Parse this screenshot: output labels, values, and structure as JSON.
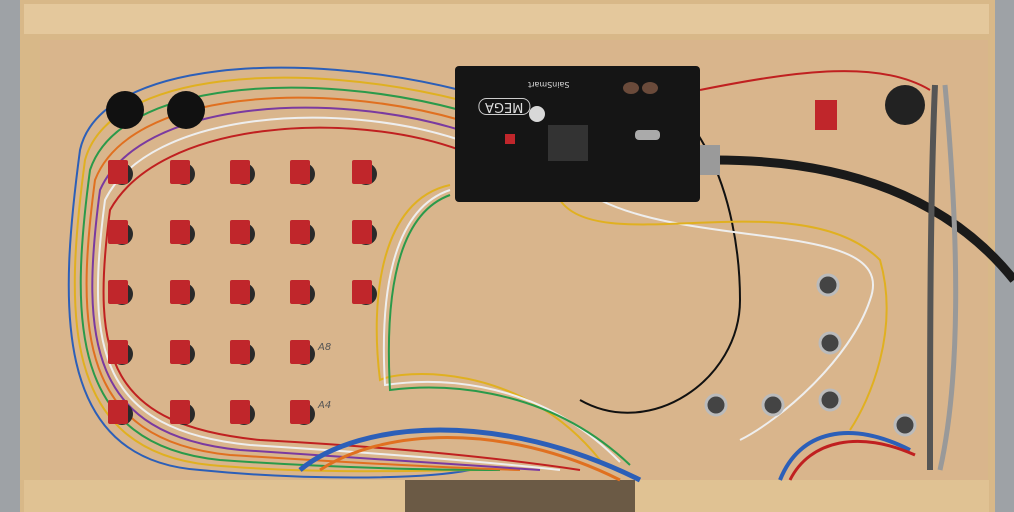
{
  "board": {
    "name_label": "MEGA",
    "brand_label": "SainSmart"
  },
  "handwritten_labels": [
    "A8",
    "A4"
  ],
  "colors": {
    "wood_frame": "#d8b888",
    "wood_panel": "#d9b58c",
    "board": "#151515",
    "button": "#c0262b"
  }
}
